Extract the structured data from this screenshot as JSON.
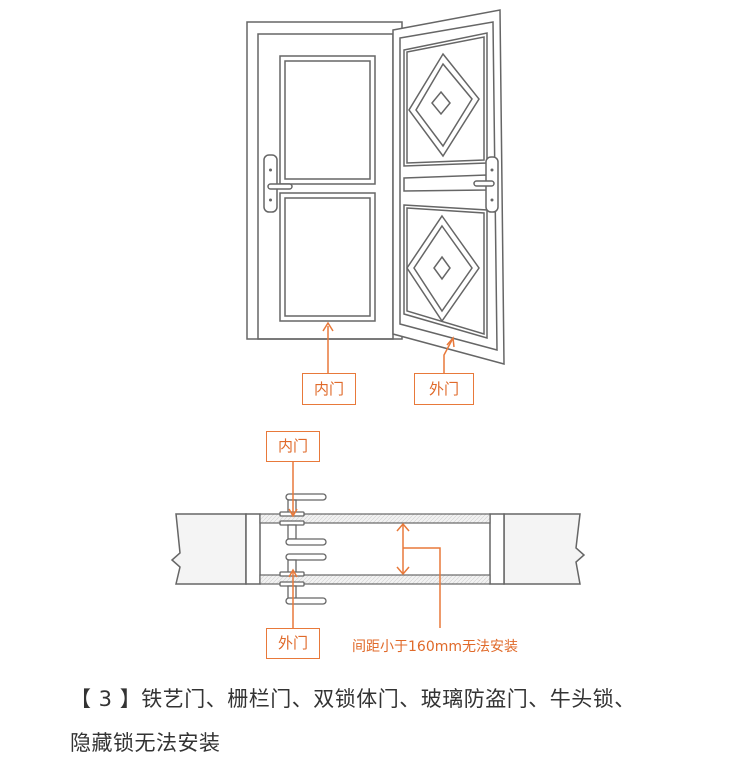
{
  "labels": {
    "inner_door_top": "内门",
    "outer_door_top": "外门",
    "inner_door_bottom": "内门",
    "outer_door_bottom": "外门",
    "spacing_note": "间距小于160mm无法安装"
  },
  "caption": {
    "line1": "【 3 】铁艺门、栅栏门、双锁体门、玻璃防盗门、牛头锁、",
    "line2": "隐藏锁无法安装"
  },
  "colors": {
    "accent": "#e8793a",
    "line": "#555555",
    "wall_fill": "#f4f4f4",
    "gap_fill": "#f0f0f0",
    "text": "#333333"
  }
}
